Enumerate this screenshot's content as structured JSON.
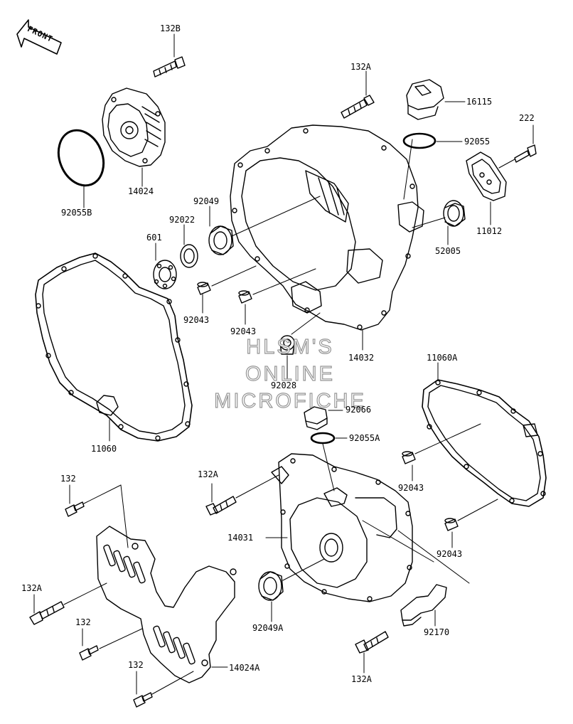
{
  "front_label": "FRONT",
  "watermark": {
    "line1": "HLSM'S",
    "line2": "ONLINE",
    "line3": "MICROFICHE"
  },
  "parts": {
    "p132B": "132B",
    "p132A_top": "132A",
    "p16115": "16115",
    "p222": "222",
    "p92055": "92055",
    "p14024": "14024",
    "p92055B": "92055B",
    "p92049": "92049",
    "p92022": "92022",
    "p601": "601",
    "p11012": "11012",
    "p52005": "52005",
    "p92043_a": "92043",
    "p92043_b": "92043",
    "p14032": "14032",
    "p92028": "92028",
    "p11060A": "11060A",
    "p92066": "92066",
    "p11060": "11060",
    "p92055A": "92055A",
    "p132_a": "132",
    "p132A_mid": "132A",
    "p92043_c": "92043",
    "p14031": "14031",
    "p92043_d": "92043",
    "p132A_left": "132A",
    "p92049A": "92049A",
    "p132_b": "132",
    "p92170": "92170",
    "p132_c": "132",
    "p14024A": "14024A",
    "p132A_bottom": "132A"
  },
  "colors": {
    "line": "#000000",
    "watermark_outline": "#8a8a8a",
    "background": "#ffffff"
  },
  "icons": {
    "front_arrow": "front-arrow-icon"
  }
}
